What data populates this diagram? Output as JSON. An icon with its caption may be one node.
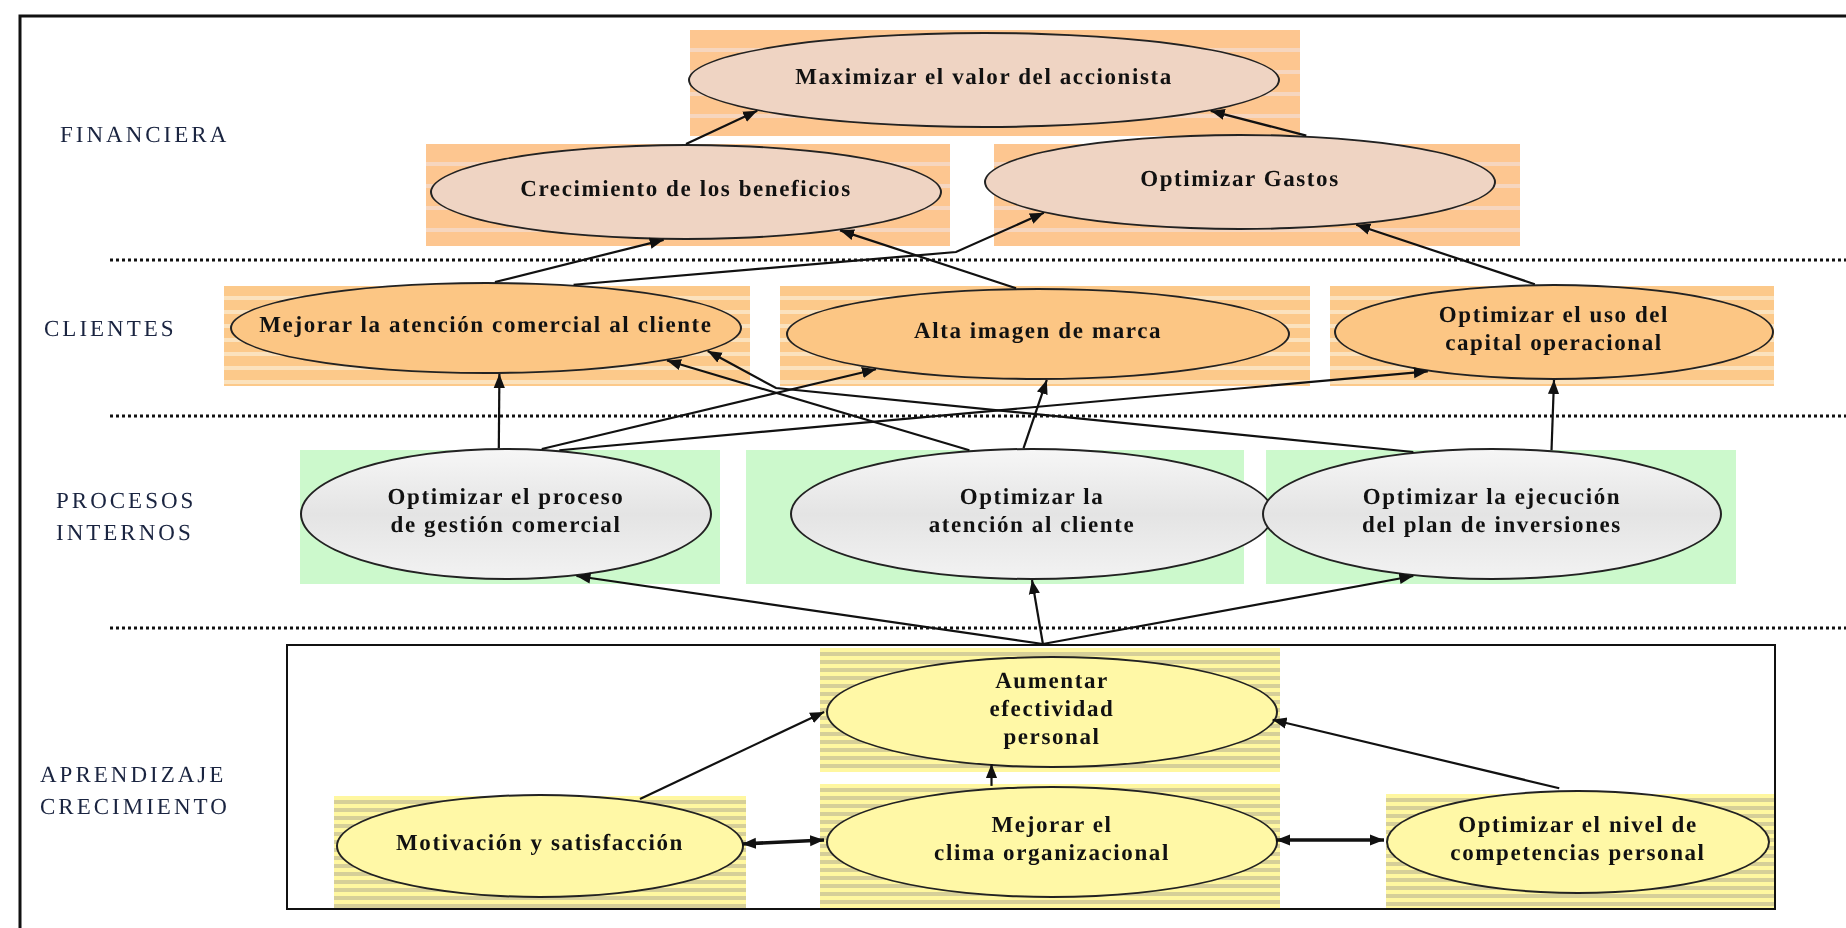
{
  "diagram": {
    "nodes": [
      {
        "text": [
          "Maximizar el valor del accionista"
        ]
      },
      {
        "text": [
          "Crecimiento de los beneficios"
        ]
      },
      {
        "text": [
          "Optimizar Gastos"
        ]
      },
      {
        "text": [
          "Mejorar la atención comercial al cliente"
        ]
      },
      {
        "text": [
          "Alta imagen de marca"
        ]
      },
      {
        "text": [
          "Optimizar el uso del capital operacional"
        ]
      },
      {
        "text": [
          "Optimizar el proceso de gestión comercial"
        ]
      },
      {
        "text": [
          "Optimizar la atención al cliente"
        ]
      },
      {
        "text": [
          "Optimizar la ejecución del plan de inversiones"
        ]
      },
      {
        "text": [],
        "shape": "box"
      },
      {
        "text": [
          "Aumentar efectividad personal"
        ],
        "in": 9
      },
      {
        "text": [
          "Motivación y satisfacción"
        ],
        "in": 9
      },
      {
        "text": [
          "Mejorar el clima organizacional"
        ],
        "in": 9
      },
      {
        "text": [
          "Optimizar el nivel de competencias personal"
        ],
        "in": 9
      }
    ],
    "edges": [
      {
        "from": 1,
        "to": 0,
        "arrow": "to"
      },
      {
        "from": 2,
        "to": 0,
        "arrow": "to"
      },
      {
        "from": 3,
        "to": 1,
        "arrow": "to"
      },
      {
        "from": 3,
        "to": 2,
        "arrow": "to"
      },
      {
        "from": 4,
        "to": 1,
        "arrow": "to"
      },
      {
        "from": 5,
        "to": 2,
        "arrow": "to"
      },
      {
        "from": 6,
        "to": 3,
        "arrow": "to"
      },
      {
        "from": 6,
        "to": 4,
        "arrow": "to"
      },
      {
        "from": 6,
        "to": 5,
        "arrow": "to"
      },
      {
        "from": 7,
        "to": 3,
        "arrow": "to"
      },
      {
        "from": 7,
        "to": 4,
        "arrow": "to"
      },
      {
        "from": 8,
        "to": 3,
        "arrow": "to"
      },
      {
        "from": 8,
        "to": 5,
        "arrow": "to"
      },
      {
        "from": 9,
        "to": 6,
        "arrow": "to"
      },
      {
        "from": 9,
        "to": 7,
        "arrow": "to"
      },
      {
        "from": 9,
        "to": 8,
        "arrow": "to"
      },
      {
        "from": 11,
        "to": 10,
        "arrow": "to"
      },
      {
        "from": 12,
        "to": 10,
        "arrow": "to"
      },
      {
        "from": 13,
        "to": 10,
        "arrow": "to"
      },
      {
        "from": 11,
        "to": 12,
        "arrow": "both"
      },
      {
        "from": 12,
        "to": 13,
        "arrow": "both"
      }
    ],
    "labels": [
      "FINANCIERA",
      "CLIENTES",
      "PROCESOS INTERNOS",
      "APRENDIZAJE CRECIMIENTO"
    ]
  }
}
